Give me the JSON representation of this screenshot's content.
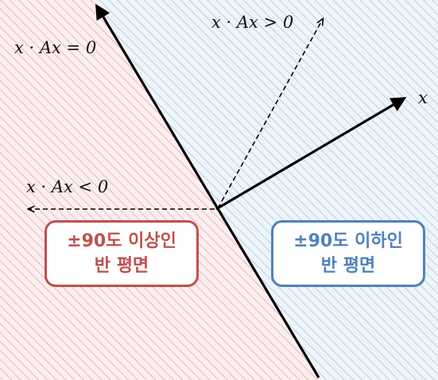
{
  "labels": {
    "boundary": "x · Ax = 0",
    "positive": "x · Ax > 0",
    "negative": "x · Ax < 0",
    "vector": "x"
  },
  "regions": {
    "left": {
      "line1": "±90도 이상인",
      "line2": "반 평면",
      "color": "#c0504d",
      "hatch_color": "#e8a8ad",
      "fill_color": "#fbeff0"
    },
    "right": {
      "line1": "±90도 이하인",
      "line2": "반 평면",
      "color": "#4f81bd",
      "hatch_color": "#a9c8de",
      "fill_color": "#eef4f9"
    }
  },
  "colors": {
    "line": "#000000",
    "text": "#111111"
  }
}
